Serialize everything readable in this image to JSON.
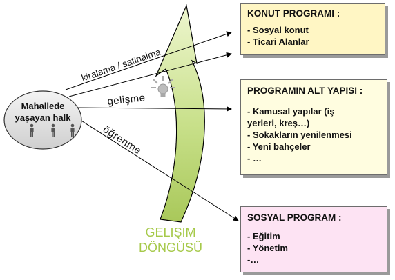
{
  "people_group": {
    "label_line1": "Mahallede",
    "label_line2": "yaşayan halk"
  },
  "relations": [
    {
      "id": "kiralama",
      "label": "kiralama / satinalma"
    },
    {
      "id": "gelisme",
      "label": "gelişme"
    },
    {
      "id": "ogrenme",
      "label": "öğrenme"
    }
  ],
  "cycle": {
    "label_line1": "GELIŞIM",
    "label_line2": "DÖNGÜSÜ",
    "color": "#a6c94a"
  },
  "boxes": {
    "konut": {
      "title": "KONUT PROGRAMI :",
      "items": [
        "- Sosyal konut",
        "- Ticari Alanlar"
      ],
      "color": "#fff6c4"
    },
    "alt_yapi": {
      "title": "PROGRAMIN ALT YAPISI :",
      "items": [
        "- Kamusal yapılar (iş",
        "yerleri, kreş…)",
        "- Sokakların yenilenmesi",
        "- Yeni bahçeler",
        "- …"
      ],
      "color": "#fffde0"
    },
    "sosyal": {
      "title": "SOSYAL PROGRAM :",
      "items": [
        "- Eğitim",
        "- Yönetim",
        "-…"
      ],
      "color": "#fde3f3"
    }
  },
  "icons": [
    "person-icon",
    "person-icon",
    "person-icon",
    "lightbulb-icon"
  ]
}
